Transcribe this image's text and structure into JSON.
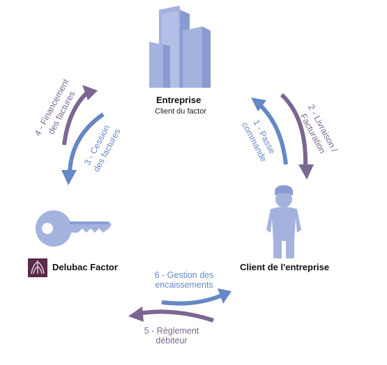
{
  "nodes": {
    "entreprise": {
      "title": "Entreprise",
      "subtitle": "Client du factor"
    },
    "client": {
      "title": "Client de l'entreprise"
    },
    "factor": {
      "title": "Delubac Factor"
    }
  },
  "flows": {
    "f1": {
      "line1": "1 - Passe",
      "line2": "commande"
    },
    "f2": {
      "line1": "2 - Livraison /",
      "line2": "Facturation"
    },
    "f3": {
      "line1": "3 - Cession",
      "line2": "des factures"
    },
    "f4": {
      "line1": "4 - Financement",
      "line2": "des factures"
    },
    "f5": {
      "line1": "5 - Règlement",
      "line2": "débiteur"
    },
    "f6": {
      "line1": "6 - Gestion des",
      "line2": "encaissements"
    }
  },
  "colors": {
    "purple": "#7b6792",
    "blue": "#6688c4",
    "icon_blue": "#a4b2de",
    "icon_blue_dark": "#8a9bd2",
    "logo": "#5a2a4a"
  },
  "icons": {
    "building": "building-icon",
    "person": "person-icon",
    "key": "key-icon",
    "logo": "delubac-logo"
  }
}
